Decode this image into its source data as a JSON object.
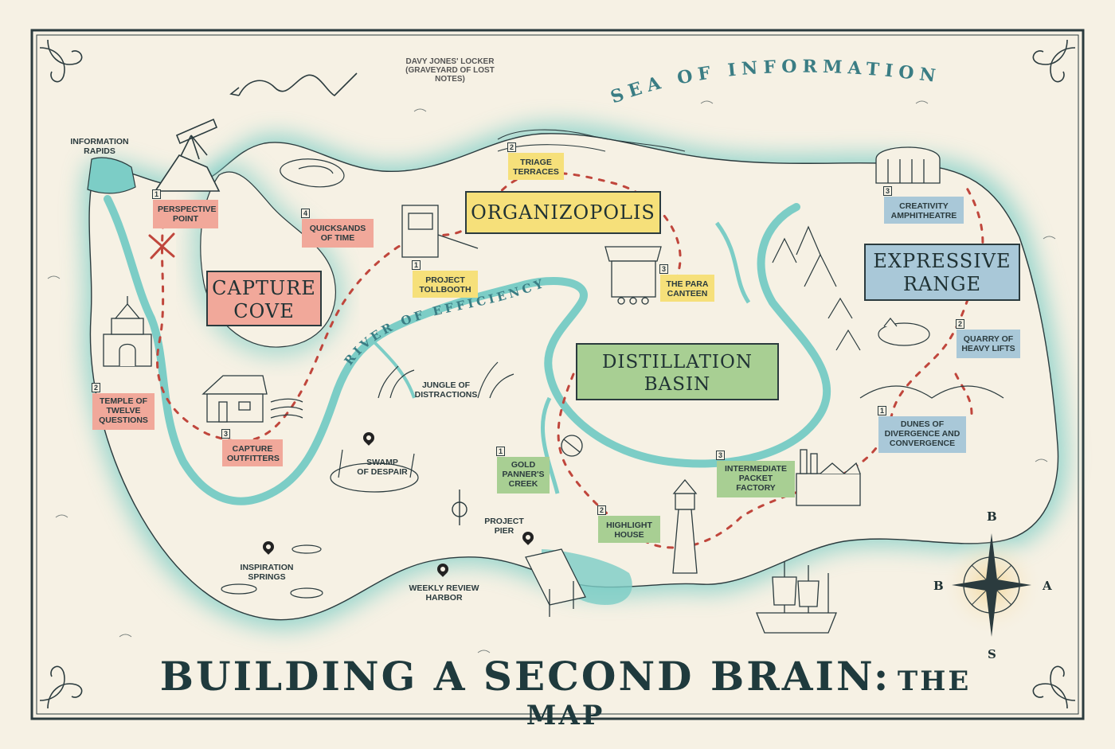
{
  "title": {
    "main": "BUILDING A SECOND BRAIN:",
    "sub": "THE MAP"
  },
  "sea_label": "SEA OF INFORMATION",
  "river_label": "RIVER OF EFFICIENCY",
  "locker": {
    "line1": "DAVY JONES' LOCKER",
    "line2": "(GRAVEYARD OF LOST NOTES)"
  },
  "regions": {
    "capture": {
      "line1": "CAPTURE",
      "line2": "COVE"
    },
    "organize": {
      "line1": "ORGANIZOPOLIS"
    },
    "distill": {
      "line1": "DISTILLATION",
      "line2": "BASIN"
    },
    "express": {
      "line1": "EXPRESSIVE",
      "line2": "RANGE"
    }
  },
  "locations": {
    "perspective_point": {
      "num": "1",
      "line1": "PERSPECTIVE",
      "line2": "POINT"
    },
    "temple": {
      "num": "2",
      "line1": "TEMPLE OF",
      "line2": "TWELVE",
      "line3": "QUESTIONS"
    },
    "outfitters": {
      "num": "3",
      "line1": "CAPTURE",
      "line2": "OUTFITTERS"
    },
    "quicksands": {
      "num": "4",
      "line1": "QUICKSANDS",
      "line2": "OF TIME"
    },
    "tollbooth": {
      "num": "1",
      "line1": "PROJECT",
      "line2": "TOLLBOOTH"
    },
    "triage": {
      "num": "2",
      "line1": "TRIAGE",
      "line2": "TERRACES"
    },
    "canteen": {
      "num": "3",
      "line1": "THE PARA",
      "line2": "CANTEEN"
    },
    "gold": {
      "num": "1",
      "line1": "GOLD",
      "line2": "PANNER'S",
      "line3": "CREEK"
    },
    "highlight": {
      "num": "2",
      "line1": "HIGHLIGHT",
      "line2": "HOUSE"
    },
    "packet": {
      "num": "3",
      "line1": "INTERMEDIATE",
      "line2": "PACKET",
      "line3": "FACTORY"
    },
    "dunes": {
      "num": "1",
      "line1": "DUNES OF",
      "line2": "DIVERGENCE AND",
      "line3": "CONVERGENCE"
    },
    "quarry": {
      "num": "2",
      "line1": "QUARRY OF",
      "line2": "HEAVY LIFTS"
    },
    "amphitheatre": {
      "num": "3",
      "line1": "CREATIVITY",
      "line2": "AMPHITHEATRE"
    }
  },
  "landmarks": {
    "rapids": {
      "line1": "INFORMATION",
      "line2": "RAPIDS"
    },
    "jungle": {
      "line1": "JUNGLE OF",
      "line2": "DISTRACTIONS"
    },
    "swamp": {
      "line1": "SWAMP",
      "line2": "OF DESPAIR"
    },
    "springs": {
      "line1": "INSPIRATION",
      "line2": "SPRINGS"
    },
    "harbor": {
      "line1": "WEEKLY REVIEW",
      "line2": "HARBOR"
    },
    "pier": {
      "line1": "PROJECT",
      "line2": "PIER"
    }
  },
  "compass": {
    "n": "B",
    "w": "B",
    "e": "A",
    "s": "S"
  },
  "colors": {
    "cove": "#f1a89a",
    "organize": "#f6e07a",
    "distill": "#a8cf93",
    "express": "#a9c8d8",
    "water": "#7ccdc6",
    "ink": "#2b3b3e",
    "path": "#c0463c"
  },
  "icons": [
    "telescope-icon",
    "x-mark-icon",
    "temple-icon",
    "cabin-icon",
    "tollbooth-icon",
    "canteen-icon",
    "lighthouse-icon",
    "factory-icon",
    "amphitheatre-icon",
    "ship-icon",
    "sea-serpent-icon",
    "compass-rose-icon",
    "map-pin-icon"
  ]
}
